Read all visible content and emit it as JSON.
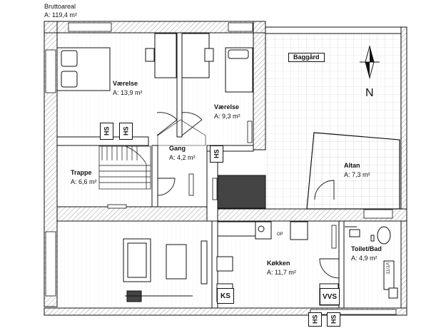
{
  "header": {
    "title": "Bruttoareal",
    "area": "A: 119,4 m²"
  },
  "rooms": {
    "vaerelse1": {
      "name": "Værelse",
      "area": "A: 13,9 m²"
    },
    "vaerelse2": {
      "name": "Værelse",
      "area": "A: 9,3 m²"
    },
    "gang": {
      "name": "Gang",
      "area": "A: 4,2 m²"
    },
    "trappe": {
      "name": "Trappe",
      "area": "A: 6,6 m²"
    },
    "altan": {
      "name": "Altan",
      "area": "A: 7,3 m²"
    },
    "kokken": {
      "name": "Køkken",
      "area": "A: 11,7 m²"
    },
    "toilet": {
      "name": "Toilet/Bad",
      "area": "A:   4,9 m²"
    }
  },
  "courtyard": "Baggård",
  "compass": {
    "letter": "N"
  },
  "fixtures": {
    "hs": "HS",
    "ks": "KS",
    "vvs": "VVS",
    "op": "OP",
    "vt": "VT/TT"
  },
  "colors": {
    "wall": "#111111",
    "hatch": "#9a9a9a",
    "fill_dark": "#444444",
    "grid": "#c8c8c8"
  }
}
